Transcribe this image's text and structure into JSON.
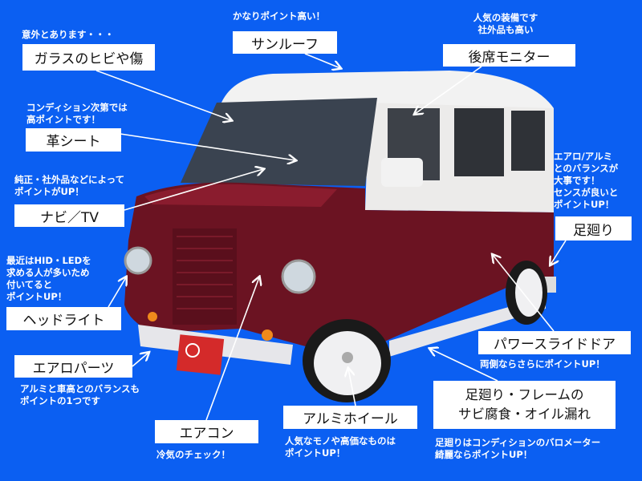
{
  "colors": {
    "background": "#0b5ff2",
    "body": "#6b1322",
    "roof": "#f2f2f2",
    "plate": "#d42a2a"
  },
  "callouts": [
    {
      "id": "glass",
      "hint": [
        "意外とあります・・・"
      ],
      "label": "ガラスのヒビや傷"
    },
    {
      "id": "sunroof",
      "hint": [
        "かなりポイント高い！"
      ],
      "label": "サンルーフ"
    },
    {
      "id": "rear-monitor",
      "hint": [
        "人気の装備です",
        "社外品も高い"
      ],
      "label": "後席モニター"
    },
    {
      "id": "leather-seat",
      "hint": [
        "コンディション次第では",
        "高ポイントです！"
      ],
      "label": "革シート"
    },
    {
      "id": "navi-tv",
      "hint": [
        "純正・社外品などによって",
        "ポイントがUP！"
      ],
      "label": "ナビ／TV"
    },
    {
      "id": "suspension",
      "hint": [
        "エアロ/アルミ",
        "とのバランスが",
        "大事です！",
        "センスが良いと",
        "ポイントUP！"
      ],
      "label": "足廻り"
    },
    {
      "id": "headlight",
      "hint": [
        "最近はHID・LEDを",
        "求める人が多いため",
        "付いてると",
        "ポイントUP！"
      ],
      "label": "ヘッドライト"
    },
    {
      "id": "aero-parts",
      "hint": [
        "アルミと車高とのバランスも",
        "ポイントの1つです"
      ],
      "label": "エアロパーツ"
    },
    {
      "id": "aircon",
      "hint": [
        "冷気のチェック！"
      ],
      "label": "エアコン"
    },
    {
      "id": "alloy-wheel",
      "hint": [
        "人気なモノや高価なものは",
        "ポイントUP！"
      ],
      "label": "アルミホイール"
    },
    {
      "id": "power-slide-door",
      "hint": [
        "両側ならさらにポイントUP！"
      ],
      "label": "パワースライドドア"
    },
    {
      "id": "frame-rust",
      "hint": [
        "足廻りはコンディションのバロメーター",
        "綺麗ならポイントUP！"
      ],
      "label": [
        "足廻り・フレームの",
        "サビ腐食・オイル漏れ"
      ]
    }
  ]
}
